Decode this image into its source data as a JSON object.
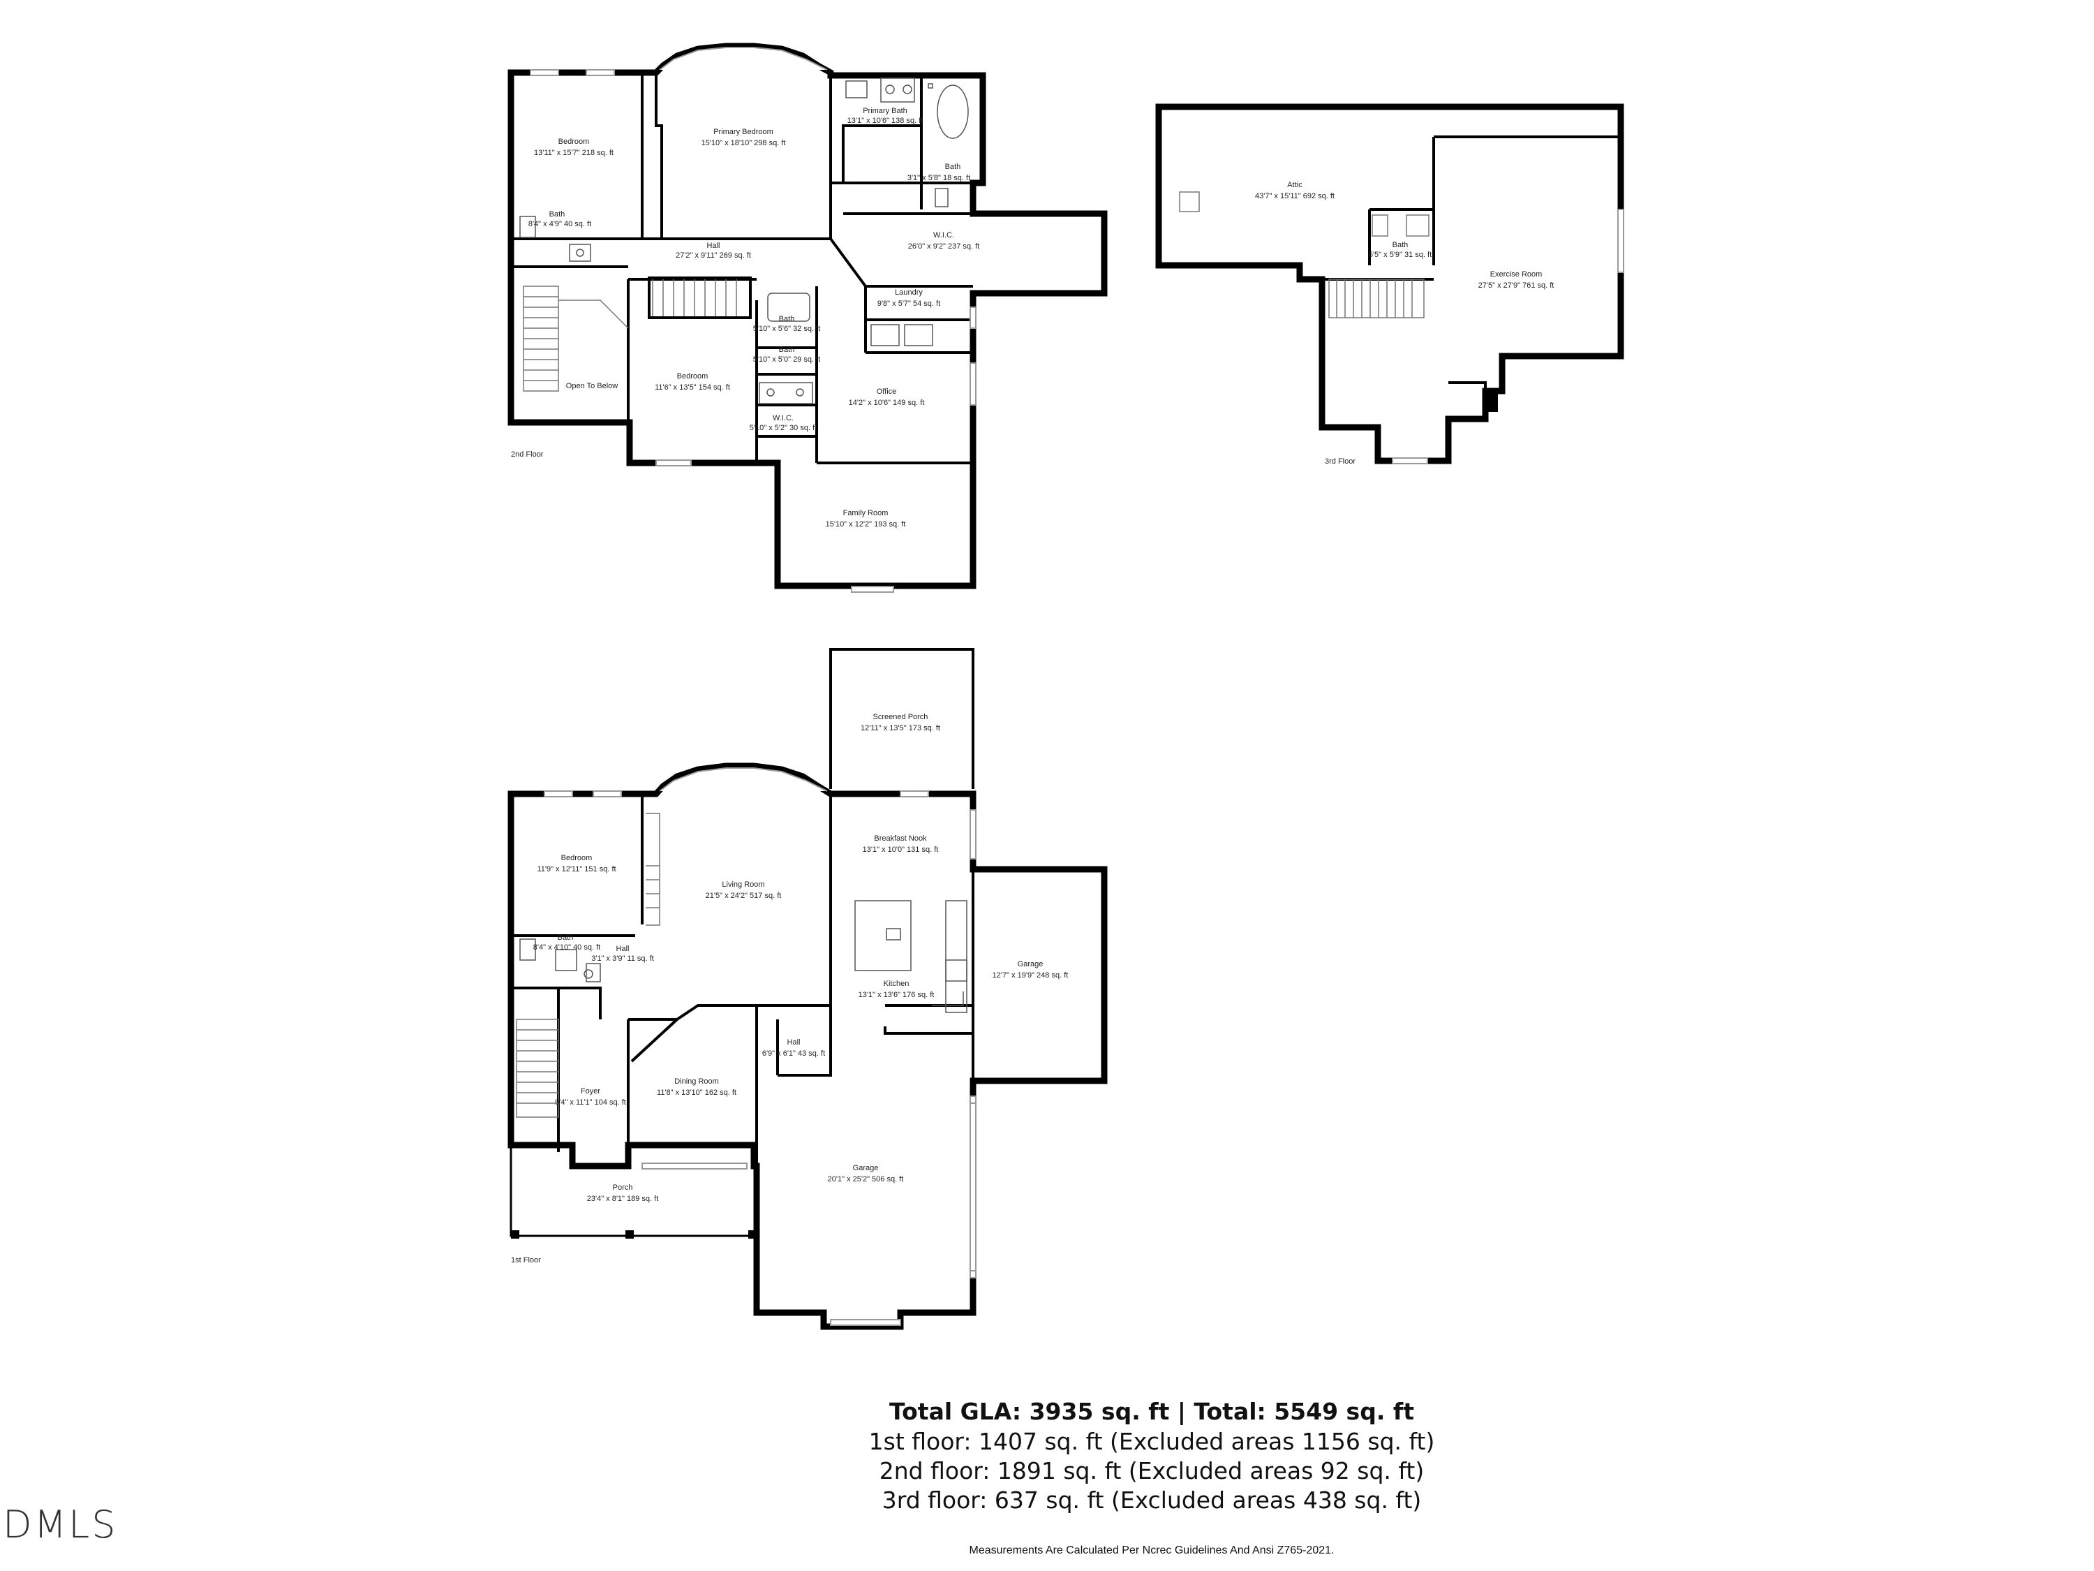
{
  "floors": [
    {
      "label": "2nd Floor",
      "rooms": [
        {
          "key": "bedroom_2a",
          "name": "Bedroom",
          "dims": "13'11\" x 15'7\" 218 sq. ft"
        },
        {
          "key": "primary_bedroom",
          "name": "Primary Bedroom",
          "dims": "15'10\" x 18'10\" 298 sq. ft"
        },
        {
          "key": "primary_bath",
          "name": "Primary Bath",
          "dims": "13'1\" x 10'6\" 138 sq. ft"
        },
        {
          "key": "bath_small",
          "name": "Bath",
          "dims": "3'1\" x 5'8\" 18 sq. ft"
        },
        {
          "key": "bath_2a",
          "name": "Bath",
          "dims": "8'4\" x 4'9\" 40 sq. ft"
        },
        {
          "key": "hall_2",
          "name": "Hall",
          "dims": "27'2\" x 9'11\" 269 sq. ft"
        },
        {
          "key": "wic_2a",
          "name": "W.I.C.",
          "dims": "26'0\" x 9'2\" 237 sq. ft"
        },
        {
          "key": "laundry",
          "name": "Laundry",
          "dims": "9'8\" x 5'7\" 54 sq. ft"
        },
        {
          "key": "bath_2b",
          "name": "Bath",
          "dims": "5'10\" x 5'6\" 32 sq. ft"
        },
        {
          "key": "bath_2c",
          "name": "Bath",
          "dims": "5'10\" x 5'0\" 29 sq. ft"
        },
        {
          "key": "open_below",
          "name": "Open To Below",
          "dims": ""
        },
        {
          "key": "bedroom_2b",
          "name": "Bedroom",
          "dims": "11'6\" x 13'5\" 154 sq. ft"
        },
        {
          "key": "office",
          "name": "Office",
          "dims": "14'2\" x 10'6\" 149 sq. ft"
        },
        {
          "key": "wic_2b",
          "name": "W.I.C.",
          "dims": "5'10\" x 5'2\" 30 sq. ft"
        },
        {
          "key": "family_room",
          "name": "Family Room",
          "dims": "15'10\" x 12'2\" 193 sq. ft"
        }
      ]
    },
    {
      "label": "3rd Floor",
      "rooms": [
        {
          "key": "attic",
          "name": "Attic",
          "dims": "43'7\" x 15'11\" 692 sq. ft"
        },
        {
          "key": "bath_3",
          "name": "Bath",
          "dims": "5'5\" x 5'9\" 31 sq. ft"
        },
        {
          "key": "exercise",
          "name": "Exercise Room",
          "dims": "27'5\" x 27'9\" 761 sq. ft"
        }
      ]
    },
    {
      "label": "1st Floor",
      "rooms": [
        {
          "key": "screened_porch",
          "name": "Screened Porch",
          "dims": "12'11\" x 13'5\" 173 sq. ft"
        },
        {
          "key": "breakfast_nook",
          "name": "Breakfast Nook",
          "dims": "13'1\" x 10'0\" 131 sq. ft"
        },
        {
          "key": "bedroom_1",
          "name": "Bedroom",
          "dims": "11'9\" x 12'11\" 151 sq. ft"
        },
        {
          "key": "living_room",
          "name": "Living Room",
          "dims": "21'5\" x 24'2\" 517 sq. ft"
        },
        {
          "key": "bath_1",
          "name": "Bath",
          "dims": "8'4\" x 4'10\" 40 sq. ft"
        },
        {
          "key": "hall_1a",
          "name": "Hall",
          "dims": "3'1\" x 3'9\" 11 sq. ft"
        },
        {
          "key": "kitchen",
          "name": "Kitchen",
          "dims": "13'1\" x 13'6\" 176 sq. ft"
        },
        {
          "key": "garage_small",
          "name": "Garage",
          "dims": "12'7\" x 19'9\" 248 sq. ft"
        },
        {
          "key": "hall_1b",
          "name": "Hall",
          "dims": "6'9\" x 6'1\" 43 sq. ft"
        },
        {
          "key": "foyer",
          "name": "Foyer",
          "dims": "9'4\" x 11'1\" 104 sq. ft"
        },
        {
          "key": "dining",
          "name": "Dining Room",
          "dims": "11'8\" x 13'10\" 162 sq. ft"
        },
        {
          "key": "garage_big",
          "name": "Garage",
          "dims": "20'1\" x 25'2\" 506 sq. ft"
        },
        {
          "key": "porch",
          "name": "Porch",
          "dims": "23'4\" x 8'1\" 189 sq. ft"
        }
      ]
    }
  ],
  "summary": {
    "total_line": "Total GLA: 3935 sq. ft | Total: 5549 sq. ft",
    "first_floor": "1st floor: 1407 sq. ft (Excluded areas 1156 sq. ft)",
    "second_floor": "2nd floor: 1891 sq. ft (Excluded areas 92 sq. ft)",
    "third_floor": "3rd floor: 637 sq. ft (Excluded areas 438 sq. ft)"
  },
  "footnote": "Measurements Are Calculated Per Ncrec Guidelines And Ansi Z765-2021.",
  "logo": "DMLS"
}
